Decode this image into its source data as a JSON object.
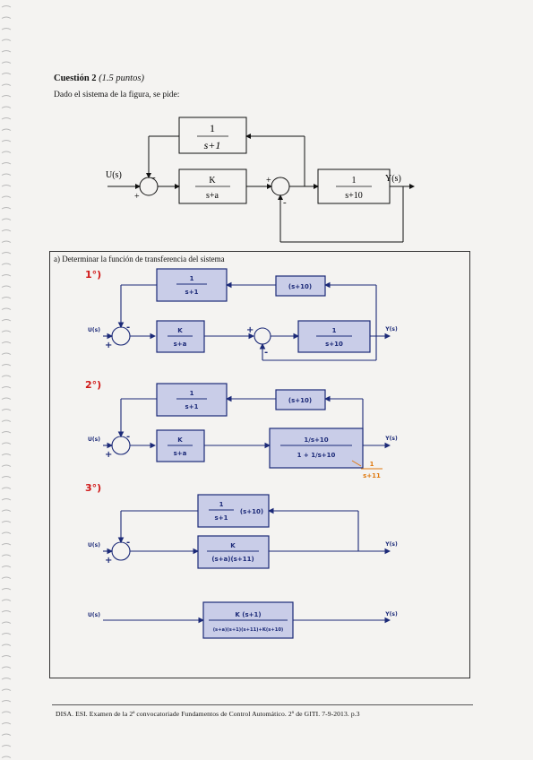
{
  "question": {
    "title": "Cuestión 2",
    "points": "(1.5 puntos)",
    "intro": "Dado el sistema de la figura, se pide:"
  },
  "top_diagram": {
    "input": "U(s)",
    "output": "Y(s)",
    "tf_feedback": {
      "num": "1",
      "den": "s+1"
    },
    "tf_forward": {
      "num": "K",
      "den": "s+a"
    },
    "tf_plant": {
      "num": "1",
      "den": "s+10"
    },
    "sign_minus": "-",
    "sign_plus": "+"
  },
  "part_a": {
    "label": "a) Determinar la función de transferencia del sistema",
    "step1": {
      "tag": "1°)",
      "input": "U(s)",
      "output": "Y(s)",
      "tf_feedback": {
        "num": "1",
        "den": "s+1"
      },
      "tf_moved": "(s+10)",
      "tf_forward": {
        "num": "K",
        "den": "s+a"
      },
      "tf_plant": {
        "num": "1",
        "den": "s+10"
      }
    },
    "step2": {
      "tag": "2°)",
      "input": "U(s)",
      "output": "Y(s)",
      "tf_feedback": {
        "num": "1",
        "den": "s+1"
      },
      "tf_moved": "(s+10)",
      "tf_forward": {
        "num": "K",
        "den": "s+a"
      },
      "tf_closed": {
        "num": "1/s+10",
        "den": "1 + 1/s+10"
      },
      "note": {
        "num": "1",
        "den": "s+11"
      }
    },
    "step3": {
      "tag": "3°)",
      "input": "U(s)",
      "output": "Y(s)",
      "tf_feedback": {
        "num": "1",
        "den": "s+1",
        "factor": "(s+10)"
      },
      "tf_forward": {
        "num": "K",
        "den": "(s+a)(s+11)"
      }
    },
    "step4": {
      "input": "U(s)",
      "output": "Y(s)",
      "tf_total": {
        "num": "K (s+1)",
        "den": "(s+a)(s+1)(s+11)+K(s+10)"
      }
    }
  },
  "footer": "DISA. ESI. Examen de la 2ª convocatoriade Fundamentos de Control Automático. 2º de GITI. 7-9-2013. p.3",
  "colors": {
    "ink_blue": "#2a3a9c",
    "box_fill": "#c9cde8",
    "red": "#d01818",
    "orange": "#e07a10"
  }
}
